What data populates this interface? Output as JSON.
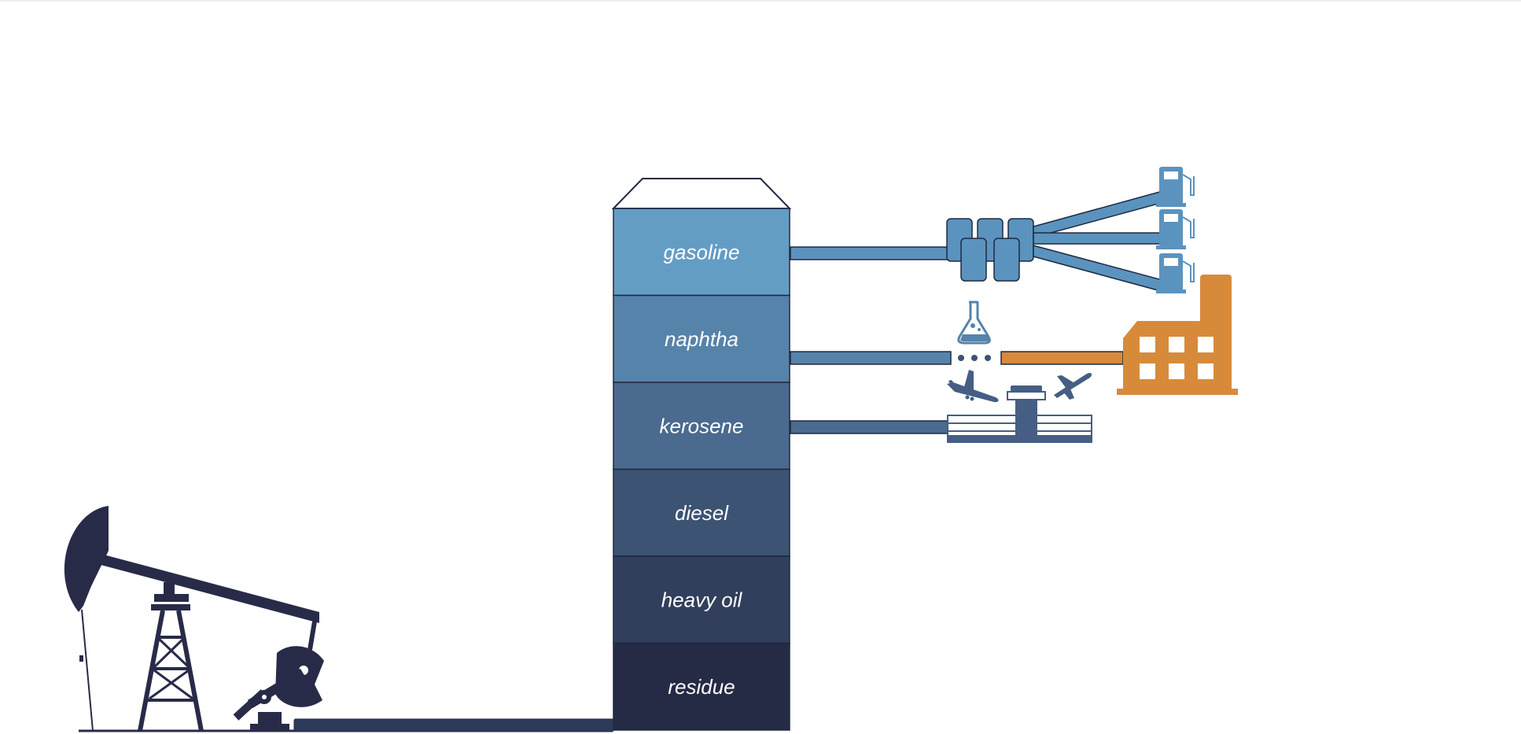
{
  "tower": {
    "layers": [
      {
        "label": "gasoline",
        "color": "#649dc4"
      },
      {
        "label": "naphtha",
        "color": "#5683aa"
      },
      {
        "label": "kerosene",
        "color": "#4a6a8f"
      },
      {
        "label": "diesel",
        "color": "#3c5373"
      },
      {
        "label": "heavy oil",
        "color": "#313f5d"
      },
      {
        "label": "residue",
        "color": "#262b45"
      }
    ]
  },
  "colors": {
    "pump": "#282b48",
    "pipe_dark": "#2d3a59",
    "gas": "#5b93bf",
    "naphtha": "#5683aa",
    "kerosene": "#4a6a8f",
    "plane": "#465e84",
    "factory": "#d88a3b",
    "outline": "#1e2a40"
  },
  "icons": {
    "pump": "oil-pumpjack-icon",
    "gas_station": "fuel-pump-icon",
    "flask": "flask-icon",
    "factory": "factory-icon",
    "airport": "airport-icon",
    "tanks": "storage-tanks-icon"
  }
}
